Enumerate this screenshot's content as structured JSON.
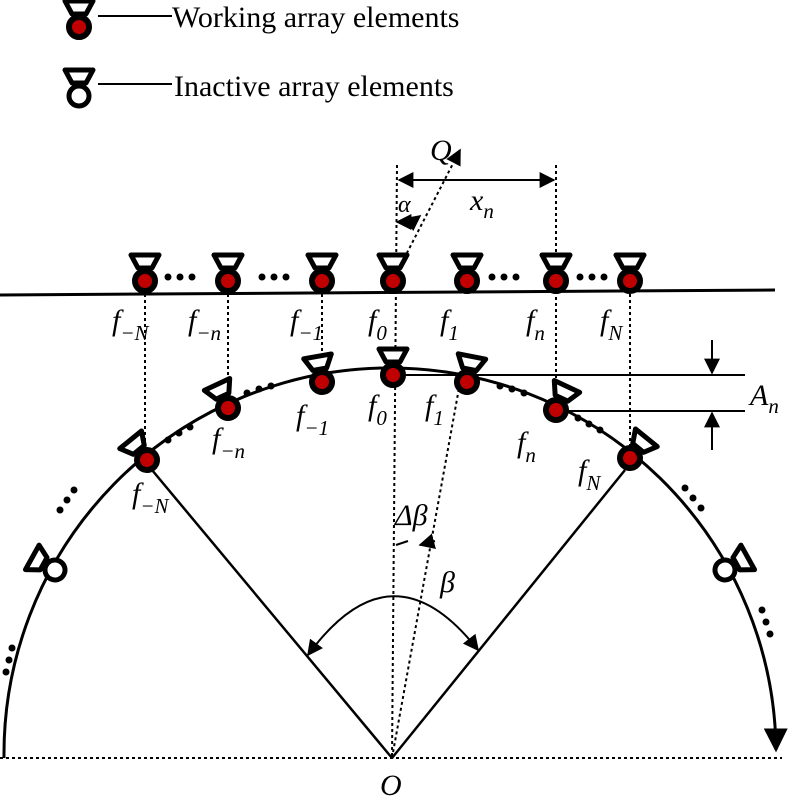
{
  "legend": {
    "working": "Working array elements",
    "inactive": "Inactive array elements"
  },
  "colors": {
    "working_fill": "#c00000",
    "line": "#000000"
  },
  "labels": {
    "Q": "Q",
    "alpha": "α",
    "xn": {
      "base": "x",
      "sub": "n"
    },
    "An": {
      "base": "A",
      "sub": "n"
    },
    "delta_beta": "Δβ",
    "beta": "β",
    "O": "O",
    "top": [
      {
        "base": "f",
        "sub": "−N"
      },
      {
        "base": "f",
        "sub": "−n"
      },
      {
        "base": "f",
        "sub": "−1"
      },
      {
        "base": "f",
        "sub": "0"
      },
      {
        "base": "f",
        "sub": "1"
      },
      {
        "base": "f",
        "sub": "n"
      },
      {
        "base": "f",
        "sub": "N"
      }
    ],
    "arc": [
      {
        "base": "f",
        "sub": "−N"
      },
      {
        "base": "f",
        "sub": "−n"
      },
      {
        "base": "f",
        "sub": "−1"
      },
      {
        "base": "f",
        "sub": "0"
      },
      {
        "base": "f",
        "sub": "1"
      },
      {
        "base": "f",
        "sub": "n"
      },
      {
        "base": "f",
        "sub": "N"
      }
    ]
  }
}
